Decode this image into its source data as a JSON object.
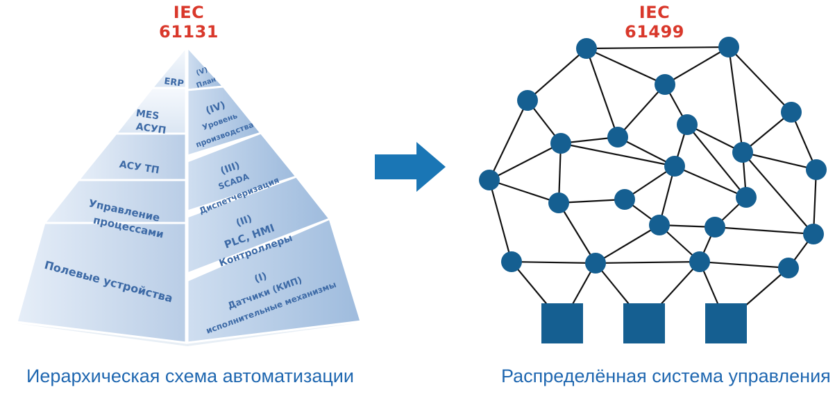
{
  "titles": {
    "left": "IEC 61131",
    "right": "IEC 61499"
  },
  "captions": {
    "left": "Иерархическая схема автоматизации",
    "right": "Распределённая система управления"
  },
  "pyramid": {
    "left_labels": [
      "ERP",
      "MES",
      "АСУП",
      "АСУ ТП",
      "Управление",
      "процессами",
      "Полевые устройства"
    ],
    "right_labels": [
      "(V)",
      "План",
      "(IV)",
      "Уровень",
      "производства",
      "(III)",
      "SCADA",
      "Диспетчеризация",
      "(II)",
      "PLC, HMI",
      "Контроллеры",
      "(I)",
      "Датчики (КИП)",
      "исполнительные механизмы"
    ]
  },
  "colors": {
    "title": "#d9382b",
    "caption": "#1f67b0",
    "arrow": "#1a76b5",
    "node": "#155f91",
    "edge": "#111111",
    "pyramid_text": "#3d6aa6"
  }
}
